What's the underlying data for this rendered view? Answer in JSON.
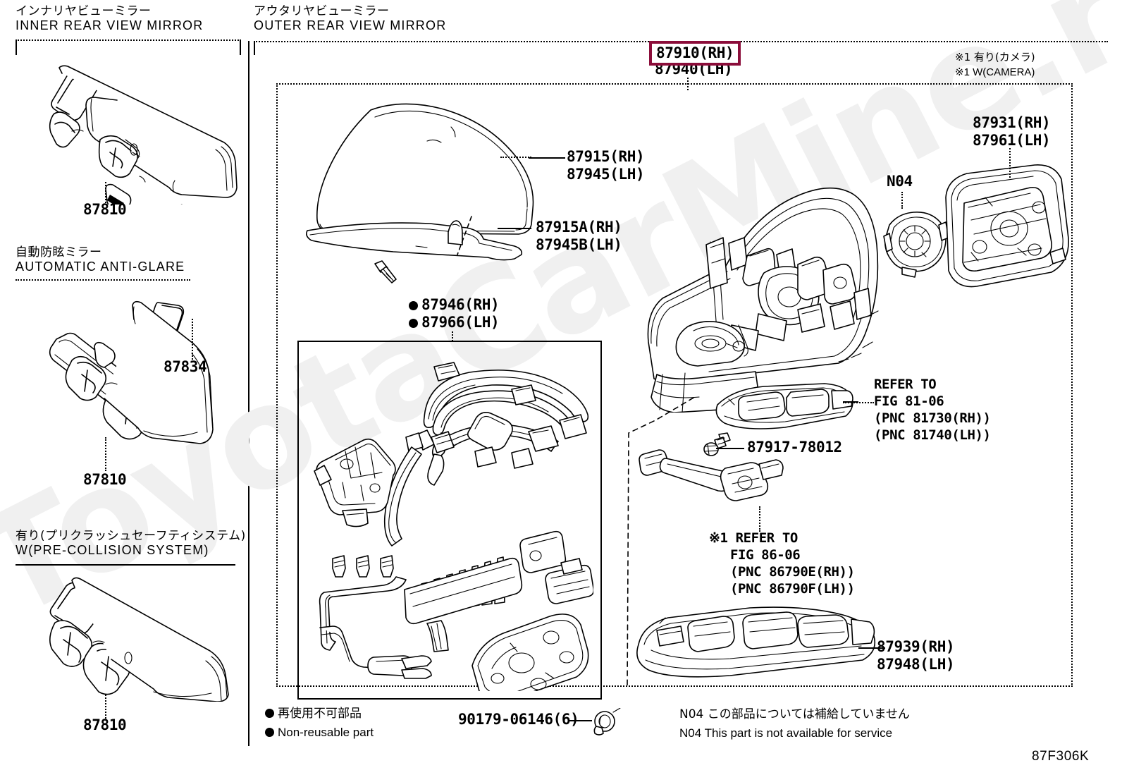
{
  "document": {
    "figure_code": "87F306K",
    "watermark": "ToyotaCarMine.ru"
  },
  "sections": {
    "inner_mirror": {
      "jp": "インナリヤビューミラー",
      "en": "INNER REAR VIEW MIRROR"
    },
    "outer_mirror": {
      "jp": "アウタリヤビューミラー",
      "en": "OUTER REAR VIEW MIRROR"
    },
    "anti_glare": {
      "jp": "自動防眩ミラー",
      "en": "AUTOMATIC ANTI-GLARE"
    },
    "pre_collision": {
      "jp": "有り(プリクラッシュセーフティシステム)",
      "en": "W(PRE-COLLISION SYSTEM)"
    }
  },
  "callouts": {
    "inner_mirror_pn": "87810",
    "anti_glare_bracket_pn": "87834",
    "anti_glare_mirror_pn": "87810",
    "pre_collision_mirror_pn": "87810",
    "highlighted": {
      "rh": "87910(RH)",
      "lh": "87940(LH)"
    },
    "camera_note": {
      "jp": "※1 有り(カメラ)",
      "en": "※1 W(CAMERA)"
    },
    "cover_outer": {
      "rh": "87915(RH)",
      "lh": "87945(LH)"
    },
    "cover_lower": {
      "rh": "87915A(RH)",
      "lh": "87945B(LH)"
    },
    "harness": {
      "rh": "87946(RH)",
      "lh": "87966(LH)"
    },
    "mirror_glass": {
      "rh": "87931(RH)",
      "lh": "87961(LH)"
    },
    "n04_motor": "N04",
    "screw_pn": "87917-78012",
    "lamp_ref": {
      "line1": "REFER TO",
      "line2": "FIG 81-06",
      "line3": "(PNC 81730(RH))",
      "line4": "(PNC 81740(LH))"
    },
    "camera_ref": {
      "line1": "※1 REFER TO",
      "line2": "FIG 86-06",
      "line3": "(PNC 86790E(RH))",
      "line4": "(PNC 86790F(LH))"
    },
    "lower_cover": {
      "rh": "87939(RH)",
      "lh": "87948(LH)"
    },
    "clip_pn": "90179-06146(6)"
  },
  "legend": {
    "non_reusable_jp": "再使用不可部品",
    "non_reusable_en": "Non-reusable part",
    "n04_jp": "N04 この部品については補給していません",
    "n04_en": "N04 This part is not available for service"
  },
  "colors": {
    "highlight_border": "#8B0D3A",
    "line": "#000000",
    "background": "#ffffff",
    "watermark": "#f0f0f0"
  }
}
